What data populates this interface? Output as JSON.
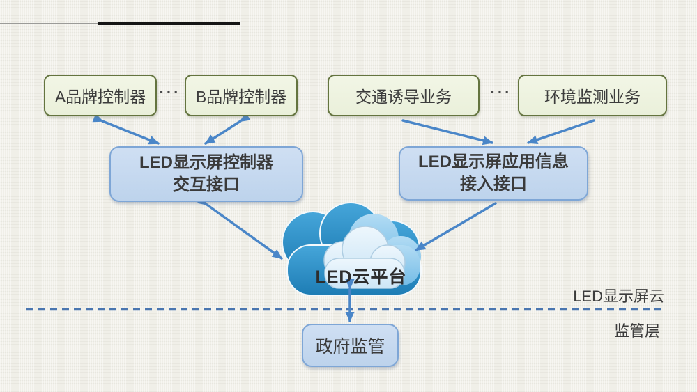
{
  "diagram": {
    "sources": {
      "brand_a": "A品牌控制器",
      "brand_b": "B品牌控制器",
      "traffic": "交通诱导业务",
      "environment": "环境监测业务",
      "ellipsis_left": "···",
      "ellipsis_right": "···"
    },
    "interfaces": {
      "controller": {
        "line1": "LED显示屏控制器",
        "line2": "交互接口"
      },
      "application": {
        "line1": "LED显示屏应用信息",
        "line2": "接入接口"
      }
    },
    "cloud": {
      "label": "LED云平台"
    },
    "government": {
      "label": "政府监管"
    },
    "layers": {
      "upper": "LED显示屏云",
      "lower": "监管层"
    },
    "colors": {
      "background": "#f0efe8",
      "green_box_fill": "#eef2de",
      "green_box_border": "#64743f",
      "blue_box_fill": "#c5d8ef",
      "blue_box_border": "#7ea6d6",
      "arrow": "#4a86c8",
      "divider": "#4a76b0",
      "cloud_back": "#2e92c8",
      "cloud_mid": "#8ccaec",
      "cloud_front": "#ddeffb",
      "text": "#3c3c3c"
    }
  }
}
